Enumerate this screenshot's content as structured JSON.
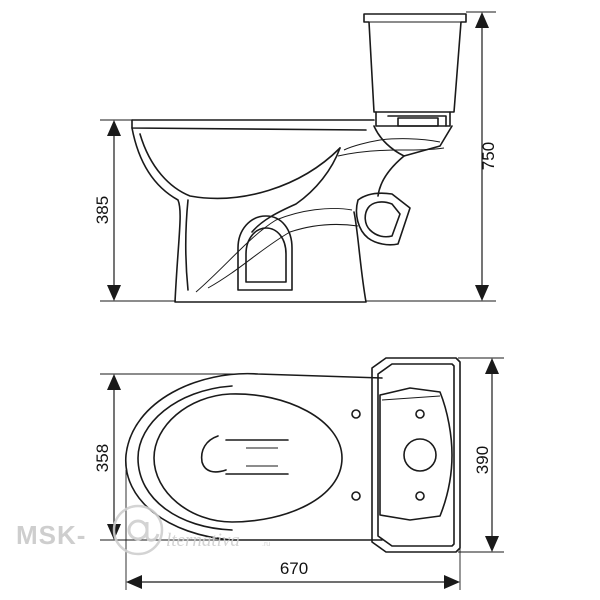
{
  "dimensions": {
    "bowl_height": "385",
    "total_height": "750",
    "bowl_width": "358",
    "tank_width": "390",
    "total_length": "670"
  },
  "watermark": {
    "brand": "MSK-",
    "script": "lternativa",
    "suffix": ".ru"
  },
  "icons": {
    "watermark_symbol": "at-sign-icon"
  }
}
